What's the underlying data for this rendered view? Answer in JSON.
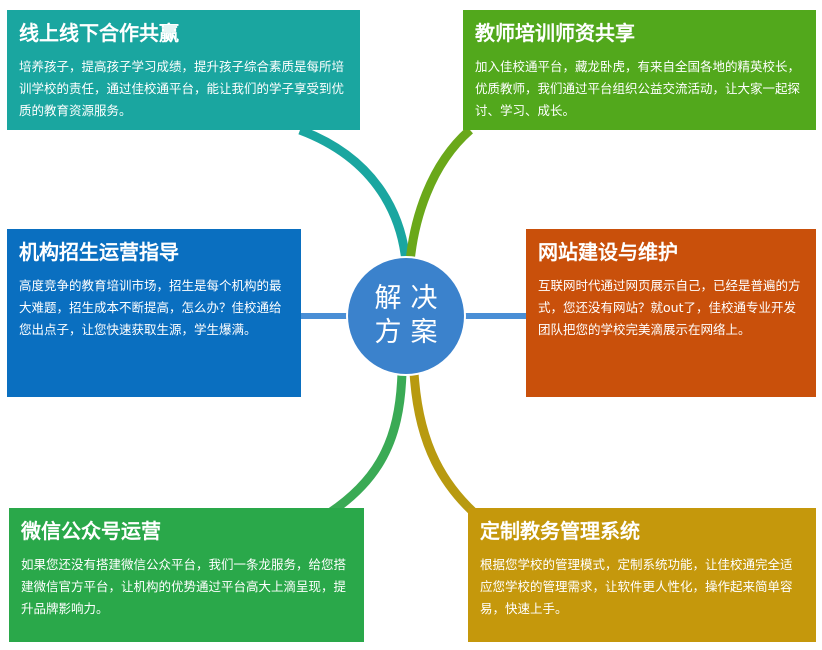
{
  "center": {
    "line1": "解决",
    "line2": "方案"
  },
  "cards": [
    {
      "title": "线上线下合作共赢",
      "body": "培养孩子，提高孩子学习成绩，提升孩子综合素质是每所培训学校的责任，通过佳校通平台，能让我们的学子享受到优质的教育资源服务。",
      "color": "#1aa6a0"
    },
    {
      "title": "教师培训师资共享",
      "body": "加入佳校通平台，藏龙卧虎，有来自全国各地的精英校长，优质教师，我们通过平台组织公益交流活动，让大家一起探讨、学习、成长。",
      "color": "#52a81c"
    },
    {
      "title": "机构招生运营指导",
      "body": "高度竞争的教育培训市场，招生是每个机构的最大难题，招生成本不断提高，怎么办？佳校通给您出点子，让您快速获取生源，学生爆满。",
      "color": "#0a6fc0"
    },
    {
      "title": "网站建设与维护",
      "body": "互联网时代通过网页展示自己，已经是普遍的方式，您还没有网站？就out了，佳校通专业开发团队把您的学校完美滴展示在网络上。",
      "color": "#c9500b"
    },
    {
      "title": "微信公众号运营",
      "body": "如果您还没有搭建微信公众平台，我们一条龙服务，给您搭建微信官方平台，让机构的优势通过平台高大上滴呈现，提升品牌影响力。",
      "color": "#2aa84a"
    },
    {
      "title": "定制教务管理系统",
      "body": "根据您学校的管理模式，定制系统功能，让佳校通完全适应您学校的管理需求，让软件更人性化，操作起来简单容易，快速上手。",
      "color": "#c5980c"
    }
  ]
}
